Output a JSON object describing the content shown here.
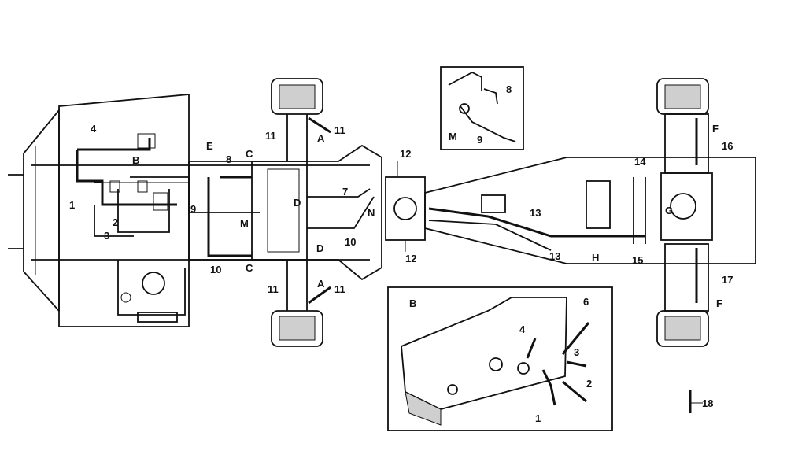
{
  "figure": {
    "callouts": {
      "n1": "1",
      "n2": "2",
      "n3": "3",
      "n4": "4",
      "n7": "7",
      "n8": "8",
      "n9": "9",
      "n10": "10",
      "n11": "11",
      "n12": "12",
      "n13": "13",
      "n14": "14",
      "n15": "15",
      "n16": "16",
      "n17": "17",
      "n18": "18"
    },
    "letters": {
      "A": "A",
      "C": "C",
      "D": "D",
      "E": "E",
      "F": "F",
      "G": "G",
      "H": "H",
      "M": "M",
      "N": "N",
      "B": "B"
    },
    "detail_M": {
      "title": "M",
      "labels": [
        "8",
        "9"
      ]
    },
    "detail_B": {
      "title": "B",
      "labels": [
        "1",
        "2",
        "3",
        "4",
        "6"
      ]
    }
  }
}
